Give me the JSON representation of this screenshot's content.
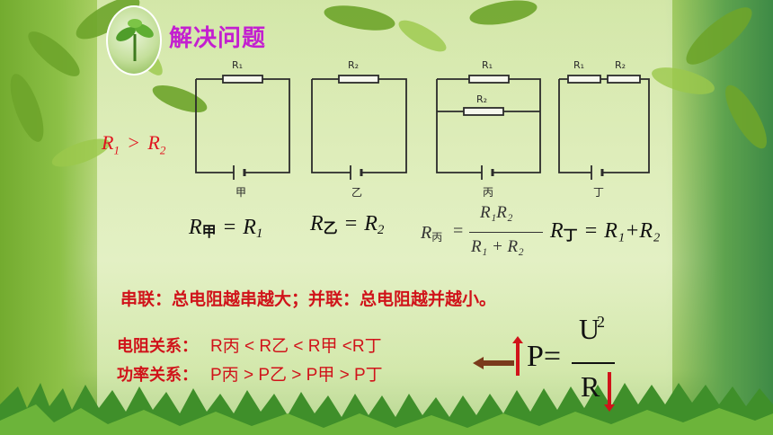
{
  "title": "解决问题",
  "condition": {
    "lhs": "R",
    "lhs_sub": "1",
    "op": ">",
    "rhs": "R",
    "rhs_sub": "2"
  },
  "circuits": [
    {
      "caption": "甲",
      "labels": [
        "R₁"
      ]
    },
    {
      "caption": "乙",
      "labels": [
        "R₂"
      ]
    },
    {
      "caption": "丙",
      "labels": [
        "R₁",
        "R₂"
      ]
    },
    {
      "caption": "丁",
      "labels": [
        "R₁",
        "R₂"
      ]
    }
  ],
  "formulas": {
    "jia": {
      "lhs": "R",
      "sub": "甲",
      "eq": "=",
      "rhs": "R",
      "rhs_sub": "1"
    },
    "yi": {
      "lhs": "R",
      "sub": "乙",
      "eq": "=",
      "rhs": "R",
      "rhs_sub": "2"
    },
    "bing": {
      "lhs": "R",
      "sub": "丙",
      "eq": "=",
      "num": "R₁R₂",
      "den": "R₁ + R₂"
    },
    "ding": {
      "lhs": "R",
      "sub": "丁",
      "eq": "=",
      "rhs": "R₁+R₂"
    }
  },
  "rule": "串联：总电阻越串越大；并联：总电阻越并越小。",
  "resistance_relation": {
    "label": "电阻关系：",
    "value": "R丙 < R乙 < R甲 <R丁"
  },
  "power_relation": {
    "label": "功率关系：",
    "value": "P丙 > P乙 > P甲 > P丁"
  },
  "power_formula": {
    "p": "P=",
    "numerator": "U",
    "exponent": "2",
    "denominator": "R"
  },
  "colors": {
    "title": "#c31fd0",
    "accent": "#d0131a",
    "arrow": "#7a3a1c"
  }
}
